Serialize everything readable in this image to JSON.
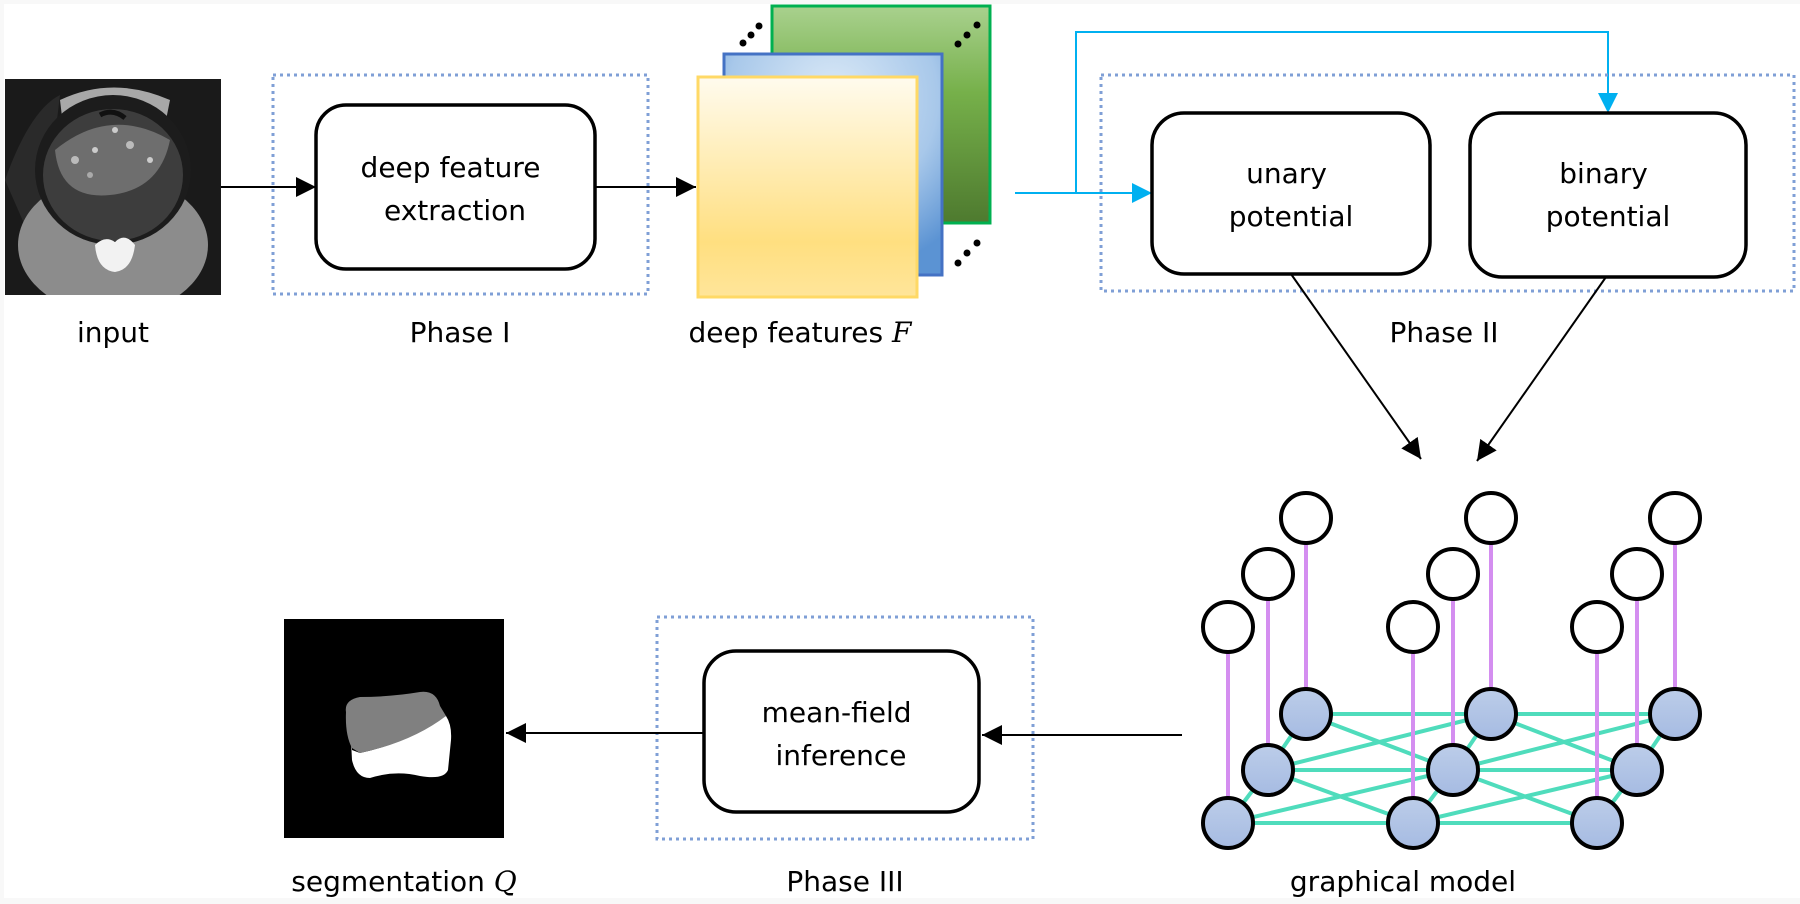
{
  "labels": {
    "input": "input",
    "phase1": "Phase I",
    "deep_features": "deep features ",
    "deep_features_symbol": "F",
    "phase2": "Phase II",
    "graphical_model": "graphical model",
    "phase3": "Phase III",
    "segmentation": "segmentation ",
    "segmentation_symbol": "Q"
  },
  "boxes": {
    "deep_feature_extraction": [
      "deep feature",
      "extraction"
    ],
    "unary_potential": [
      "unary",
      "potential"
    ],
    "binary_potential": [
      "binary",
      "potential"
    ],
    "mean_field_inference": [
      "mean-field",
      "inference"
    ]
  },
  "feature_maps": {
    "colors": [
      "#fff4c8",
      "#6a9ed8",
      "#70ad47"
    ],
    "ellipsis": "…"
  },
  "graphical_model": {
    "columns": 3,
    "layers_per_column": 3,
    "observed_node_color": "#ffffff",
    "hidden_node_color": "#b4c7e7",
    "pairwise_edge_color": "#4fdcbc",
    "unary_edge_color": "#d48ef0"
  },
  "colors": {
    "phase_border": "#7f9fd6",
    "skip_connection": "#00b0f0",
    "segmentation_foreground_a": "#808080",
    "segmentation_foreground_b": "#ffffff"
  }
}
